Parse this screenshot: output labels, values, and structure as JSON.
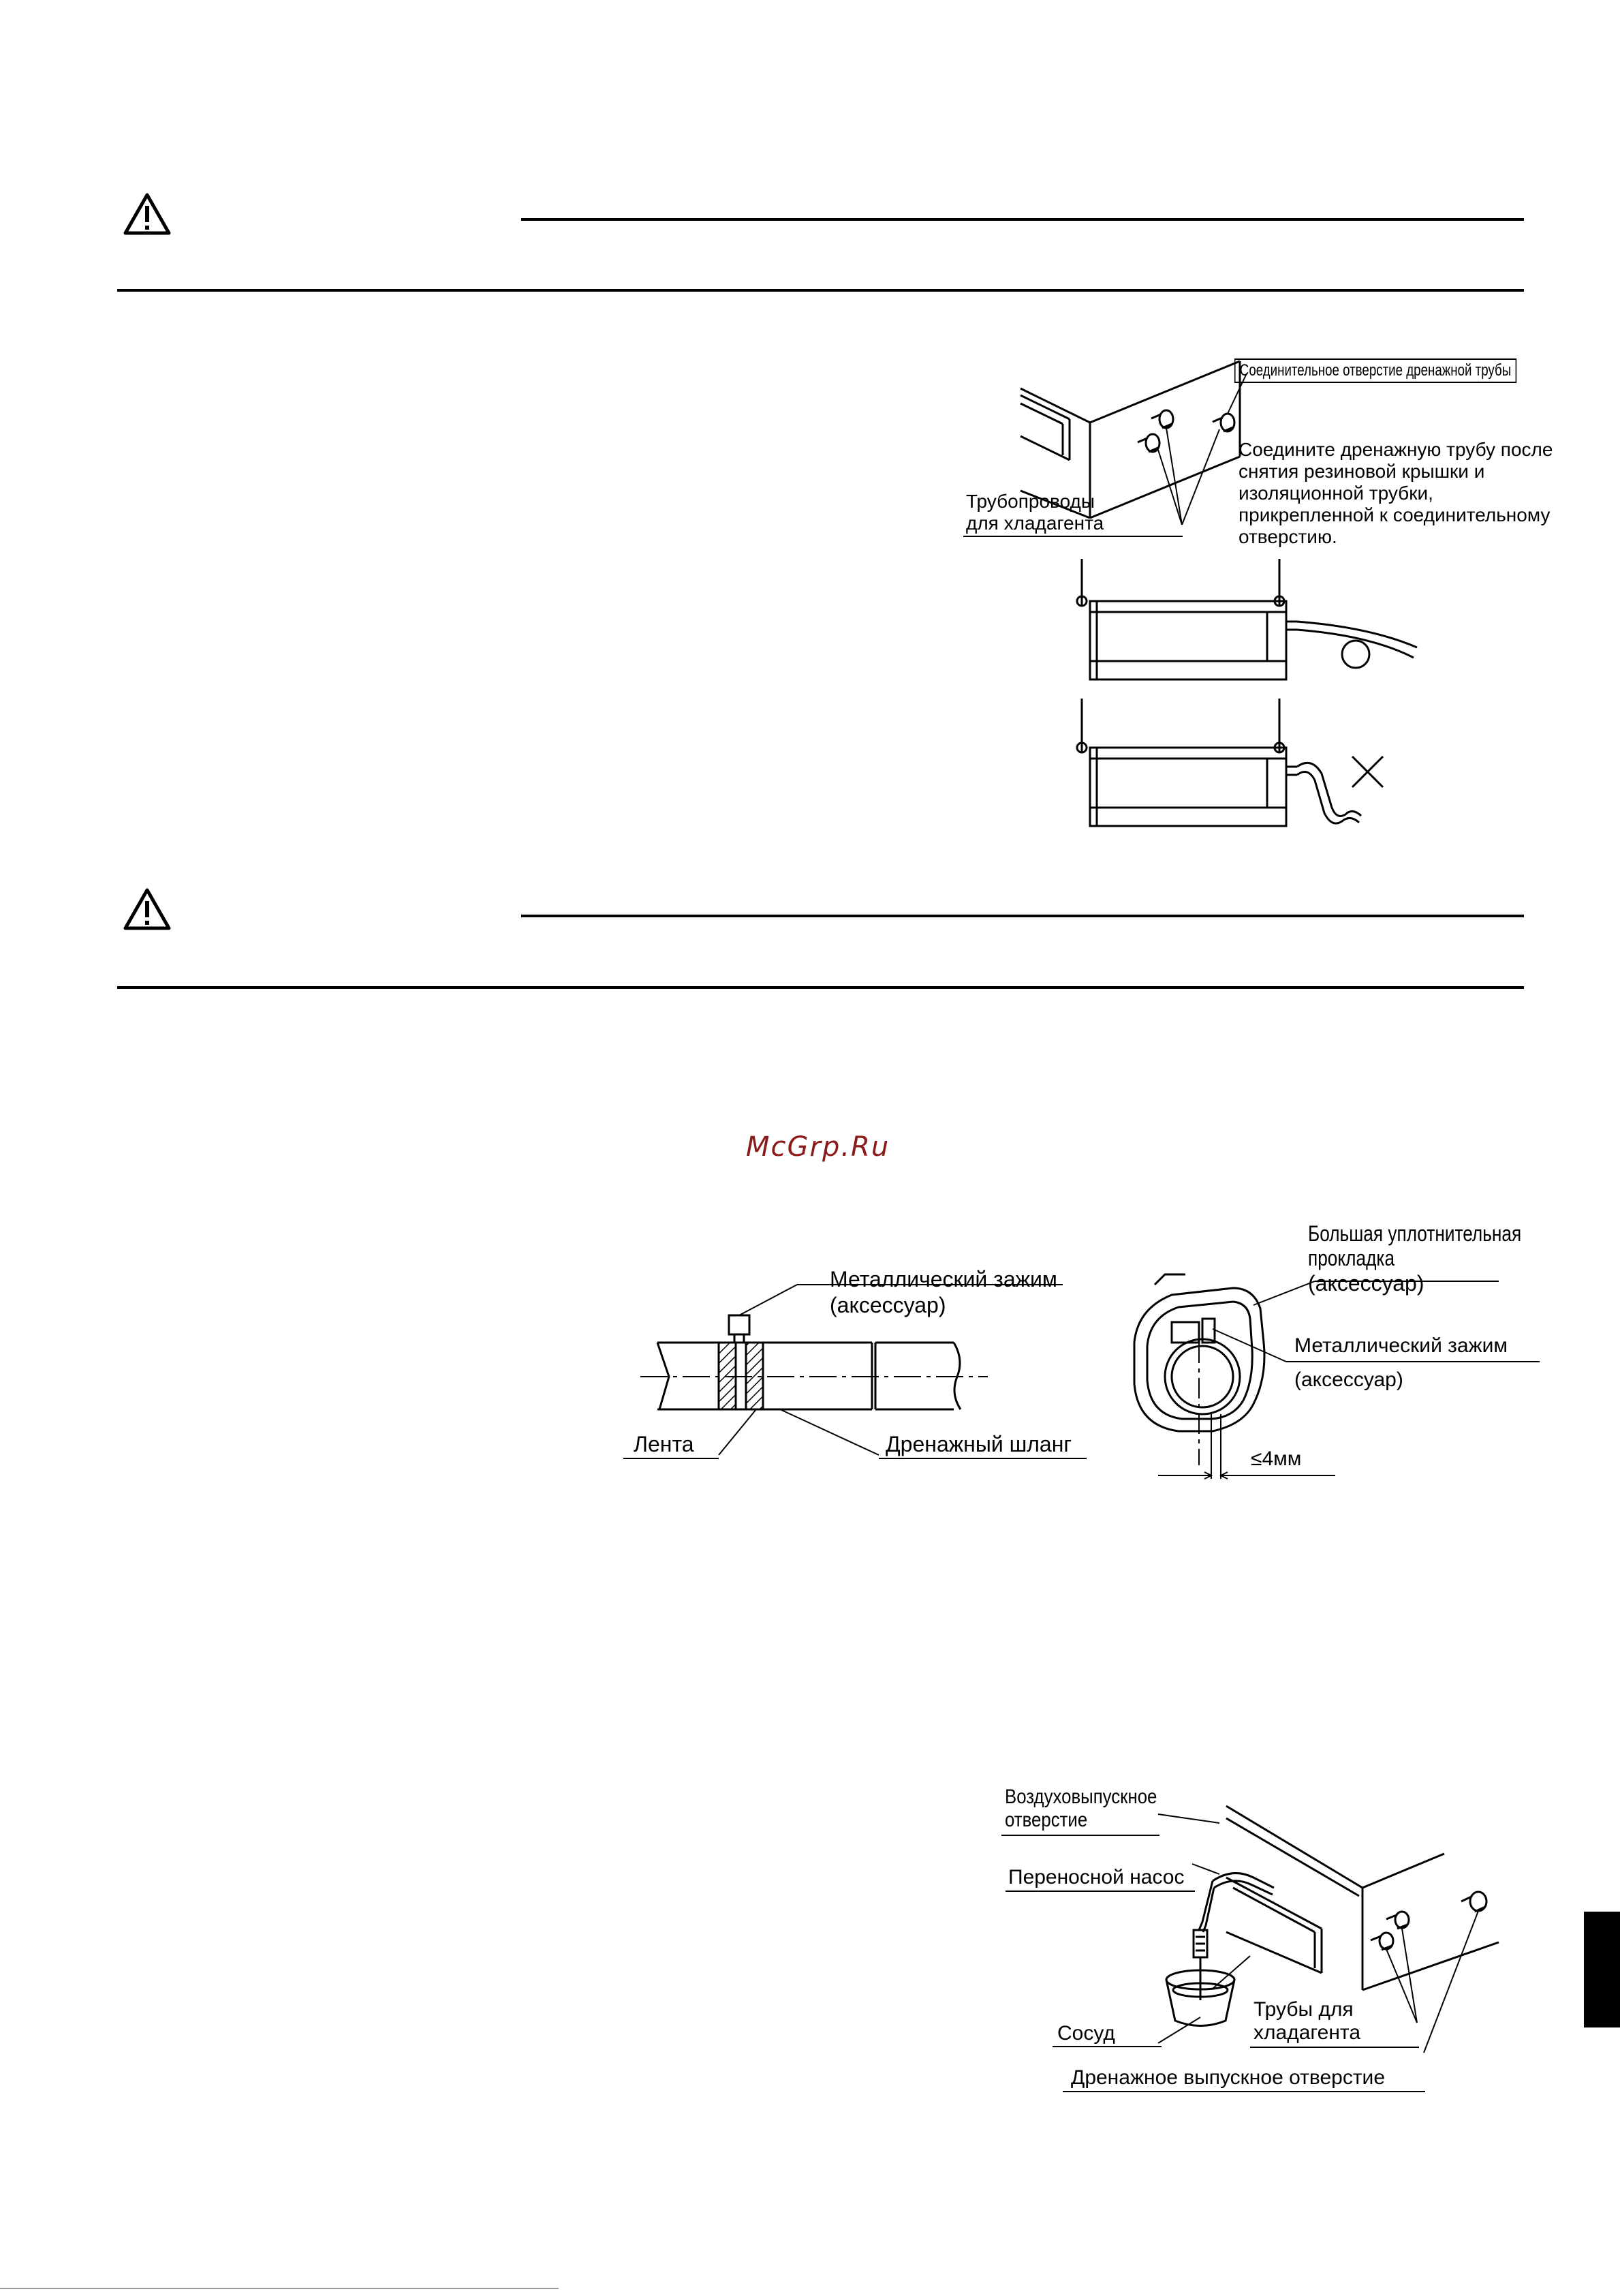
{
  "page": {
    "watermark": "McGrp.Ru"
  },
  "fig_drain_connection": {
    "port_label": "Соединительное отверстие дренажной трубы",
    "instruction_lines": [
      "Соедините дренажную трубу после",
      "снятия резиновой крышки и",
      "изоляционной трубки,",
      "прикрепленной к соединительному",
      "отверстию."
    ],
    "refrigerant_pipes_lines": [
      "Трубопроводы",
      "для хладагента"
    ]
  },
  "fig_clamp": {
    "metal_clamp_lines": [
      "Металлический зажим",
      "(аксессуар)"
    ],
    "tape_label": "Лента",
    "drain_hose_label": "Дренажный шланг"
  },
  "fig_gasket": {
    "gasket_lines": [
      "Большая уплотнительная",
      "прокладка",
      "(аксессуар)"
    ],
    "metal_clamp_lines": [
      "Металлический зажим",
      "(аксессуар)"
    ],
    "dimension_label": "≤4мм"
  },
  "fig_pump_test": {
    "air_outlet_lines": [
      "Воздуховыпускное",
      "отверстие"
    ],
    "pump_label": "Переносной насос",
    "vessel_label": "Сосуд",
    "refrigerant_pipes_lines": [
      "Трубы для",
      "хладагента"
    ],
    "drain_outlet_label": "Дренажное выпускное отверстие"
  }
}
